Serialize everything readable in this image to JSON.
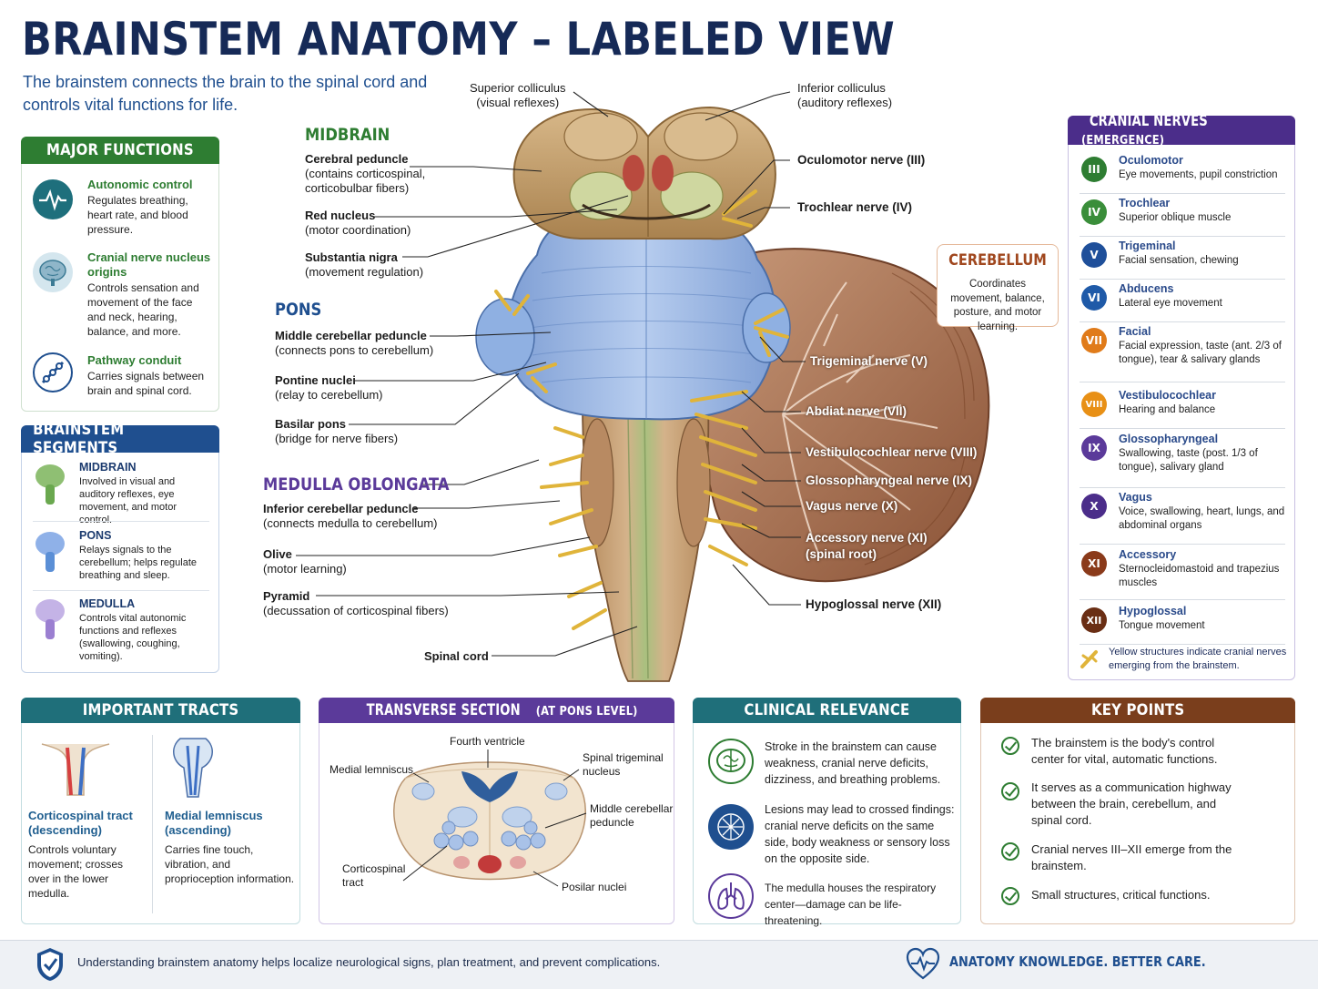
{
  "header": {
    "title": "BRAINSTEM ANATOMY – LABELED VIEW",
    "subtitle": "The brainstem connects the brain to the spinal cord and controls vital functions for life."
  },
  "major_functions": {
    "heading": "MAJOR FUNCTIONS",
    "items": [
      {
        "title": "Autonomic control",
        "desc": "Regulates breathing, heart rate, and blood pressure.",
        "icon": "heartbeat-icon"
      },
      {
        "title": "Cranial nerve nucleus origins",
        "desc": "Controls sensation and movement of the face and neck, hearing, balance, and more.",
        "icon": "brain-icon"
      },
      {
        "title": "Pathway conduit",
        "desc": "Carries signals between brain and spinal cord.",
        "icon": "pathway-icon"
      }
    ]
  },
  "segments": {
    "heading": "BRAINSTEM SEGMENTS",
    "items": [
      {
        "title": "MIDBRAIN",
        "desc": "Involved in visual and auditory reflexes, eye movement, and motor control.",
        "color": "#6aa84f"
      },
      {
        "title": "PONS",
        "desc": "Relays signals to the cerebellum; helps regulate breathing and sleep.",
        "color": "#5b8fd6"
      },
      {
        "title": "MEDULLA",
        "desc": "Controls vital autonomic functions and reflexes (swallowing, coughing, vomiting).",
        "color": "#9b7fd1"
      }
    ]
  },
  "diagram": {
    "top_labels": {
      "superior_colliculus": "Superior colliculus",
      "superior_colliculus_note": "(visual reflexes)",
      "inferior_colliculus": "Inferior colliculus",
      "inferior_colliculus_note": "(auditory reflexes)"
    },
    "midbrain": {
      "heading": "MIDBRAIN",
      "labels": [
        {
          "name": "Cerebral peduncle",
          "note": "(contains corticospinal, corticobulbar fibers)"
        },
        {
          "name": "Red nucleus",
          "note": "(motor coordination)"
        },
        {
          "name": "Substantia nigra",
          "note": "(movement regulation)"
        }
      ]
    },
    "pons": {
      "heading": "PONS",
      "labels": [
        {
          "name": "Middle cerebellar peduncle",
          "note": "(connects pons to cerebellum)"
        },
        {
          "name": "Pontine nuclei",
          "note": "(relay to cerebellum)"
        },
        {
          "name": "Basilar pons",
          "note": "(bridge for nerve fibers)"
        }
      ]
    },
    "medulla": {
      "heading": "MEDULLA OBLONGATA",
      "labels": [
        {
          "name": "Inferior cerebellar peduncle",
          "note": "(connects medulla to cerebellum)"
        },
        {
          "name": "Olive",
          "note": "(motor learning)"
        },
        {
          "name": "Pyramid",
          "note": "(decussation of corticospinal fibers)"
        }
      ]
    },
    "spinal_cord": "Spinal cord",
    "cerebellum": {
      "heading": "CEREBELLUM",
      "desc": "Coordinates movement, balance, posture, and motor learning."
    },
    "right_labels": {
      "oculomotor": "Oculomotor nerve (III)",
      "trochlear": "Trochlear nerve (IV)",
      "trigeminal": "Trigeminal nerve (V)",
      "abducens": "Abdiat nerve (VII)",
      "vestibulocochlear": "Vestibulocochlear nerve (VIII)",
      "glossopharyngeal": "Glossopharyngeal nerve (IX)",
      "vagus": "Vagus nerve  (X)",
      "accessory": "Accessory nerve (XI)",
      "accessory_note": "(spinal root)",
      "hypoglossal": "Hypoglossal nerve (XII)"
    }
  },
  "cranial_nerves": {
    "heading": "CRANIAL NERVES",
    "heading_note": "(EMERGENCE)",
    "items": [
      {
        "num": "III",
        "name": "Oculomotor",
        "desc": "Eye movements, pupil constriction",
        "color": "#2e7d32"
      },
      {
        "num": "IV",
        "name": "Trochlear",
        "desc": "Superior oblique muscle",
        "color": "#3a8e3a"
      },
      {
        "num": "V",
        "name": "Trigeminal",
        "desc": "Facial sensation, chewing",
        "color": "#1f4f9a"
      },
      {
        "num": "VI",
        "name": "Abducens",
        "desc": "Lateral eye movement",
        "color": "#1f5aa8"
      },
      {
        "num": "VII",
        "name": "Facial",
        "desc": "Facial expression, taste (ant. 2/3 of tongue), tear & salivary glands",
        "color": "#e07b1a"
      },
      {
        "num": "VIII",
        "name": "Vestibulocochlear",
        "desc": "Hearing and balance",
        "color": "#e89016"
      },
      {
        "num": "IX",
        "name": "Glossopharyngeal",
        "desc": "Swallowing, taste (post. 1/3 of tongue), salivary gland",
        "color": "#5b3a9a"
      },
      {
        "num": "X",
        "name": "Vagus",
        "desc": "Voice, swallowing, heart, lungs, and abdominal organs",
        "color": "#4b2d8a"
      },
      {
        "num": "XI",
        "name": "Accessory",
        "desc": "Sternocleidomastoid and trapezius muscles",
        "color": "#8a3a1a"
      },
      {
        "num": "XII",
        "name": "Hypoglossal",
        "desc": "Tongue movement",
        "color": "#6a2e14"
      }
    ],
    "note": "Yellow structures indicate cranial nerves emerging from the brainstem."
  },
  "tracts": {
    "heading": "IMPORTANT TRACTS",
    "items": [
      {
        "title": "Corticospinal tract (descending)",
        "desc": "Controls voluntary movement; crosses over in the lower medulla."
      },
      {
        "title": "Medial lemniscus (ascending)",
        "desc": "Carries fine touch, vibration, and proprioception information."
      }
    ]
  },
  "transverse": {
    "heading": "TRANSVERSE SECTION",
    "heading_note": "(AT PONS LEVEL)",
    "labels": {
      "fourth_ventricle": "Fourth ventricle",
      "medial_lemniscus": "Medial lemniscus",
      "spinal_trigeminal": "Spinal trigeminal nucleus",
      "middle_cerebellar": "Middle cerebellar peduncle",
      "corticospinal": "Corticospinal tract",
      "posilar": "Posilar nuclei"
    }
  },
  "clinical": {
    "heading": "CLINICAL RELEVANCE",
    "items": [
      "Stroke in the brainstem can cause weakness, cranial nerve deficits, dizziness, and breathing problems.",
      "Lesions may lead to crossed findings: cranial nerve deficits on the same side, body weakness or sensory loss on the opposite side.",
      "The medulla houses the respiratory center—damage can be life-threatening."
    ]
  },
  "key_points": {
    "heading": "KEY POINTS",
    "items": [
      "The brainstem is the body's control center for vital, automatic functions.",
      "It serves as a communication highway between the brain, cerebellum, and spinal cord.",
      "Cranial nerves III–XII emerge from the brainstem.",
      "Small structures, critical functions."
    ]
  },
  "footer": {
    "text": "Understanding brainstem anatomy helps localize neurological signs, plan treatment, and prevent complications.",
    "brand": "ANATOMY KNOWLEDGE. BETTER CARE."
  },
  "colors": {
    "navy": "#162a57",
    "green": "#2e7d32",
    "blue": "#1f4f8f",
    "purple": "#5b3a9a",
    "teal": "#1f6f7a",
    "brown": "#7a3e1c"
  }
}
